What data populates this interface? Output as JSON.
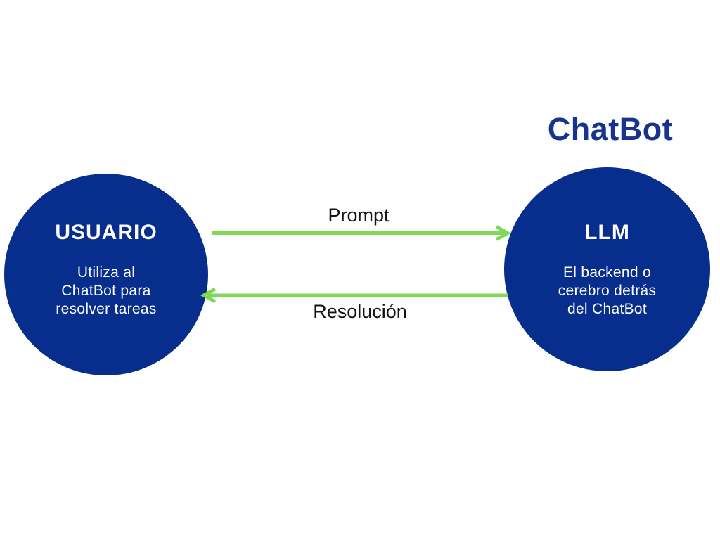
{
  "title": "ChatBot",
  "colors": {
    "background": "#ffffff",
    "node_fill": "#072e8c",
    "node_text": "#ffffff",
    "title_text": "#16338f",
    "arrow": "#7ed957",
    "arrow_label_text": "#111111"
  },
  "nodes": {
    "usuario": {
      "title": "USUARIO",
      "description_lines": [
        "Utiliza al",
        "ChatBot para",
        "resolver tareas"
      ]
    },
    "llm": {
      "title": "LLM",
      "description_lines": [
        "El backend o",
        "cerebro detrás",
        "del ChatBot"
      ]
    }
  },
  "arrows": {
    "prompt": {
      "label": "Prompt",
      "from": "usuario",
      "to": "llm",
      "direction": "right"
    },
    "resolucion": {
      "label": "Resolución",
      "from": "llm",
      "to": "usuario",
      "direction": "left"
    }
  }
}
